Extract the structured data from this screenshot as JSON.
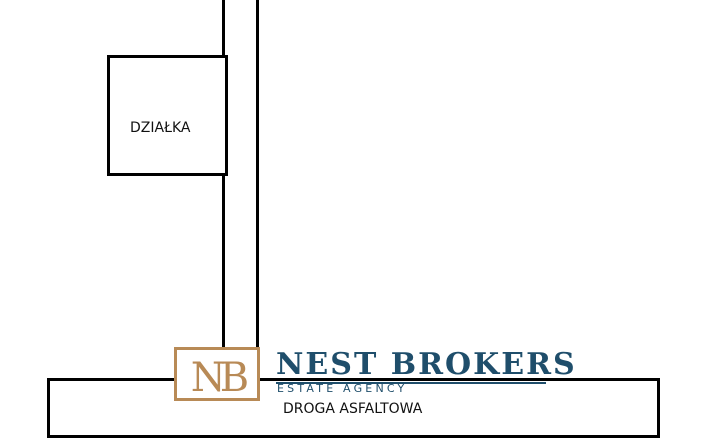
{
  "plot": {
    "label": "DZIAŁKA"
  },
  "road": {
    "label": "DROGA ASFALTOWA"
  },
  "logo": {
    "monogram": "NB",
    "brand_name": "NEST BROKERS",
    "tagline": "ESTATE AGENCY"
  },
  "colors": {
    "brand_navy": "#1f4e6b",
    "brand_gold": "#b88a56",
    "outline": "#000000"
  }
}
